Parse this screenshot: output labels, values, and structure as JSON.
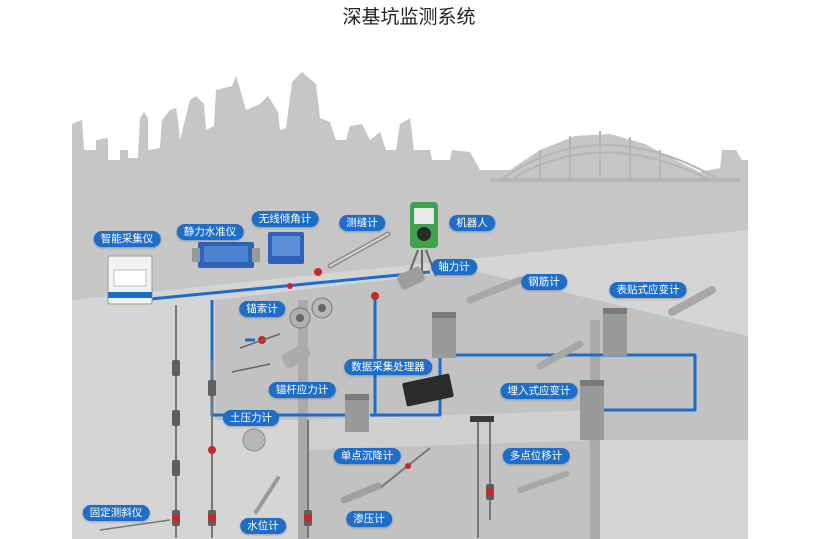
{
  "title": "深基坑监测系统",
  "labels": {
    "intelligent_collector": "智能采集仪",
    "static_level": "静力水准仪",
    "wireless_inclinometer": "无线倾角计",
    "crack_meter": "测缝计",
    "robot": "机器人",
    "axial_force_meter": "轴力计",
    "rebar_meter": "钢筋计",
    "surface_strain_gauge": "表贴式应变计",
    "anchor_cable_meter": "锚索计",
    "anchor_rod_stress_meter": "锚杆应力计",
    "data_processor": "数据采集处理器",
    "embedded_strain_gauge": "埋入式应变计",
    "earth_pressure_cell": "土压力计",
    "single_point_settlement": "单点沉降计",
    "multipoint_displacement": "多点位移计",
    "fixed_inclinometer": "固定测斜仪",
    "water_level_gauge": "水位计",
    "piezometer": "渗压计"
  },
  "colors": {
    "cable": "#1e6ec8",
    "label_bg": "#1e6ec8",
    "skyline": "#c4c4c4",
    "ground": "#d3d3d3",
    "pit": "#bdbdbd",
    "sensor_red": "#c62828"
  }
}
